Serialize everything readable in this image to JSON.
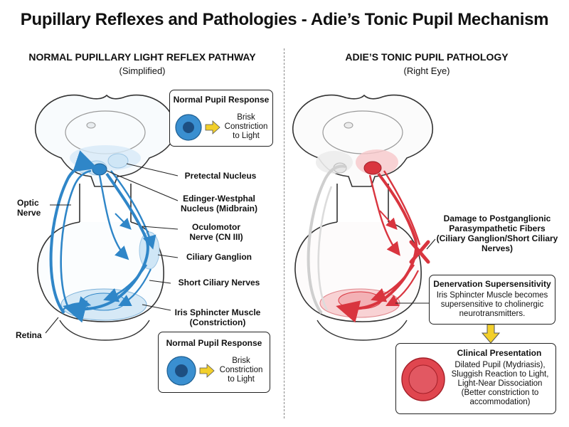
{
  "title": "Pupillary Reflexes and Pathologies - Adie’s Tonic Pupil Mechanism",
  "left_panel": {
    "title": "NORMAL PUPILLARY LIGHT REFLEX PATHWAY",
    "subtitle": "(Simplified)",
    "labels": {
      "pretectal": "Pretectal Nucleus",
      "edinger": "Edinger-Westphal Nucleus (Midbrain)",
      "oculomotor": "Oculomotor Nerve (CN III)",
      "ciliary_ganglion": "Ciliary Ganglion",
      "short_ciliary": "Short Ciliary Nerves",
      "iris": "Iris Sphincter Muscle (Constriction)",
      "optic": "Optic Nerve",
      "retina": "Retina"
    },
    "response_top": {
      "title": "Normal Pupil Response",
      "text": "Brisk Constriction to Light"
    },
    "response_bottom": {
      "title": "Normal Pupil Response",
      "text": "Brisk Constriction to Light"
    }
  },
  "right_panel": {
    "title": "ADIE’S TONIC PUPIL PATHOLOGY",
    "subtitle": "(Right Eye)",
    "damage": "Damage to Postganglionic Parasympathetic Fibers (Ciliary Ganglion/Short Ciliary Nerves)",
    "denervation": {
      "title": "Denervation Supersensitivity",
      "text": "Iris Sphincter Muscle becomes supersensitive to cholinergic neurotransmitters."
    },
    "clinical": {
      "title": "Clinical Presentation",
      "text": "Dilated Pupil (Mydriasis), Sluggish Reaction to Light, Light-Near Dissociation (Better constriction to accommodation)"
    }
  },
  "colors": {
    "normal": "#2f86c8",
    "normal_light": "#cfe6f6",
    "pathology": "#d9353f",
    "pathology_light": "#f7c8cb",
    "arrow": "#f2cf2b"
  }
}
